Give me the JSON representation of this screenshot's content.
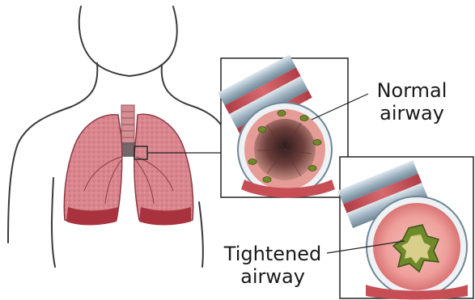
{
  "labels": {
    "normal": {
      "line1": "Normal",
      "line2": "airway"
    },
    "tightened": {
      "line1": "Tightened",
      "line2": "airway"
    }
  },
  "colors": {
    "body_outline": "#3a3a3a",
    "lung_fill": "#d9868f",
    "lung_dark": "#a8323e",
    "airway_lining": "#e59b96",
    "airway_muscle": "#c84e56",
    "cartilage_ring": "#9eb3c2",
    "mucus": "#6f8a2a"
  }
}
